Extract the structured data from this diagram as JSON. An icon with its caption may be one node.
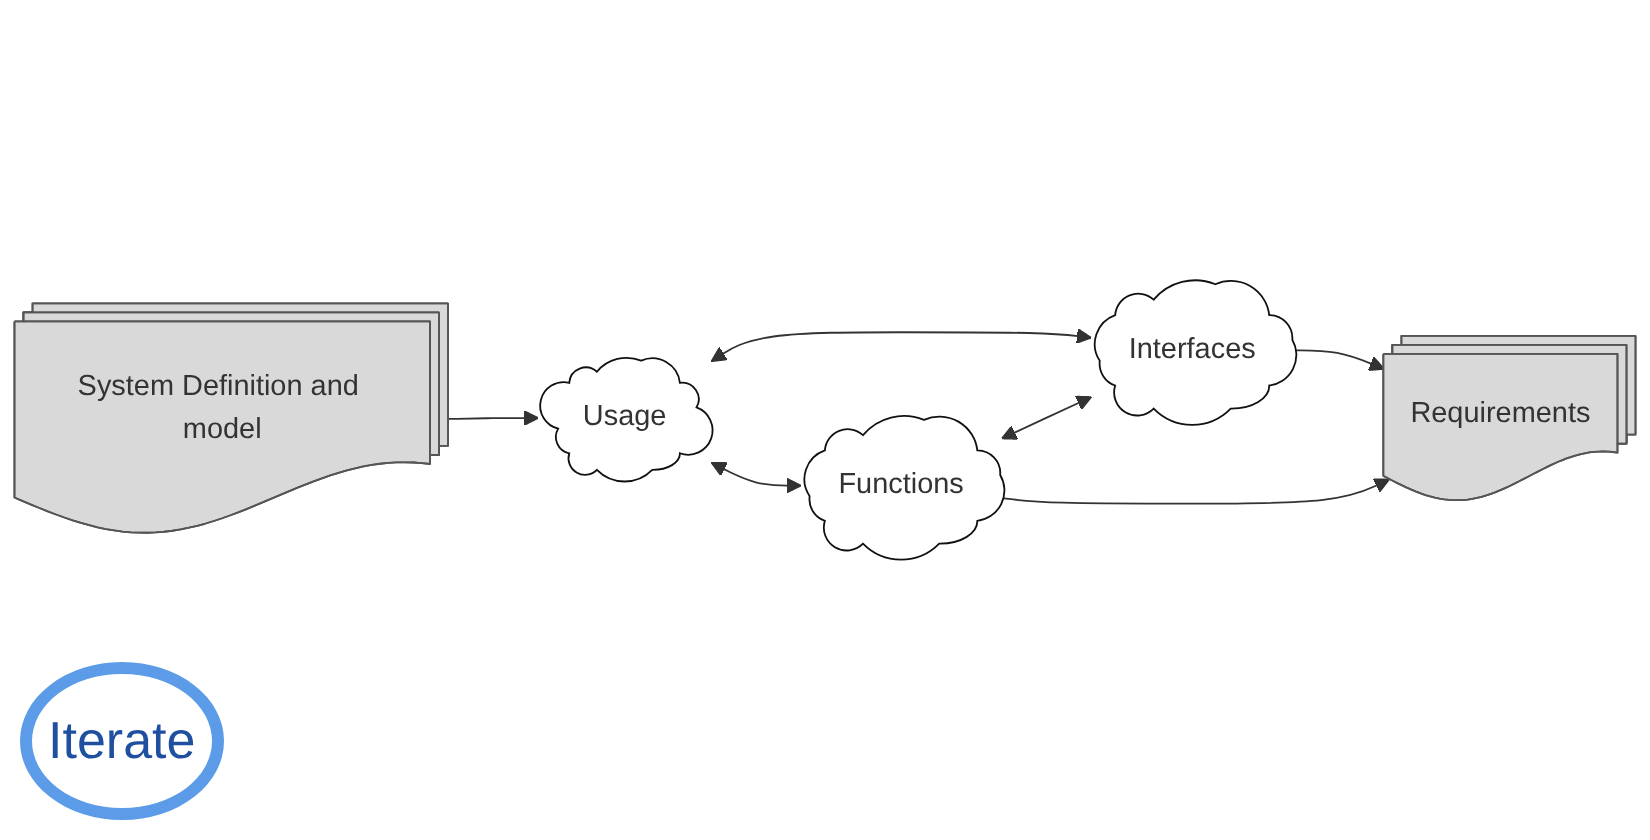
{
  "diagram": {
    "nodes": [
      {
        "text": [
          "System Definition and model"
        ]
      },
      {
        "text": [
          "Usage"
        ]
      },
      {
        "text": [
          "Interfaces"
        ]
      },
      {
        "text": [
          "Functions"
        ]
      },
      {
        "text": [
          "Requirements"
        ]
      }
    ],
    "edges": [
      {
        "from": 0,
        "to": 1,
        "arrow": "to"
      },
      {
        "from": 1,
        "to": 2,
        "arrow": "both"
      },
      {
        "from": 1,
        "to": 3,
        "arrow": "both"
      },
      {
        "from": 3,
        "to": 2,
        "arrow": "both"
      },
      {
        "from": 2,
        "to": 4,
        "arrow": "to"
      },
      {
        "from": 3,
        "to": 4,
        "arrow": "to"
      }
    ],
    "labels": [
      "Iterate"
    ]
  }
}
